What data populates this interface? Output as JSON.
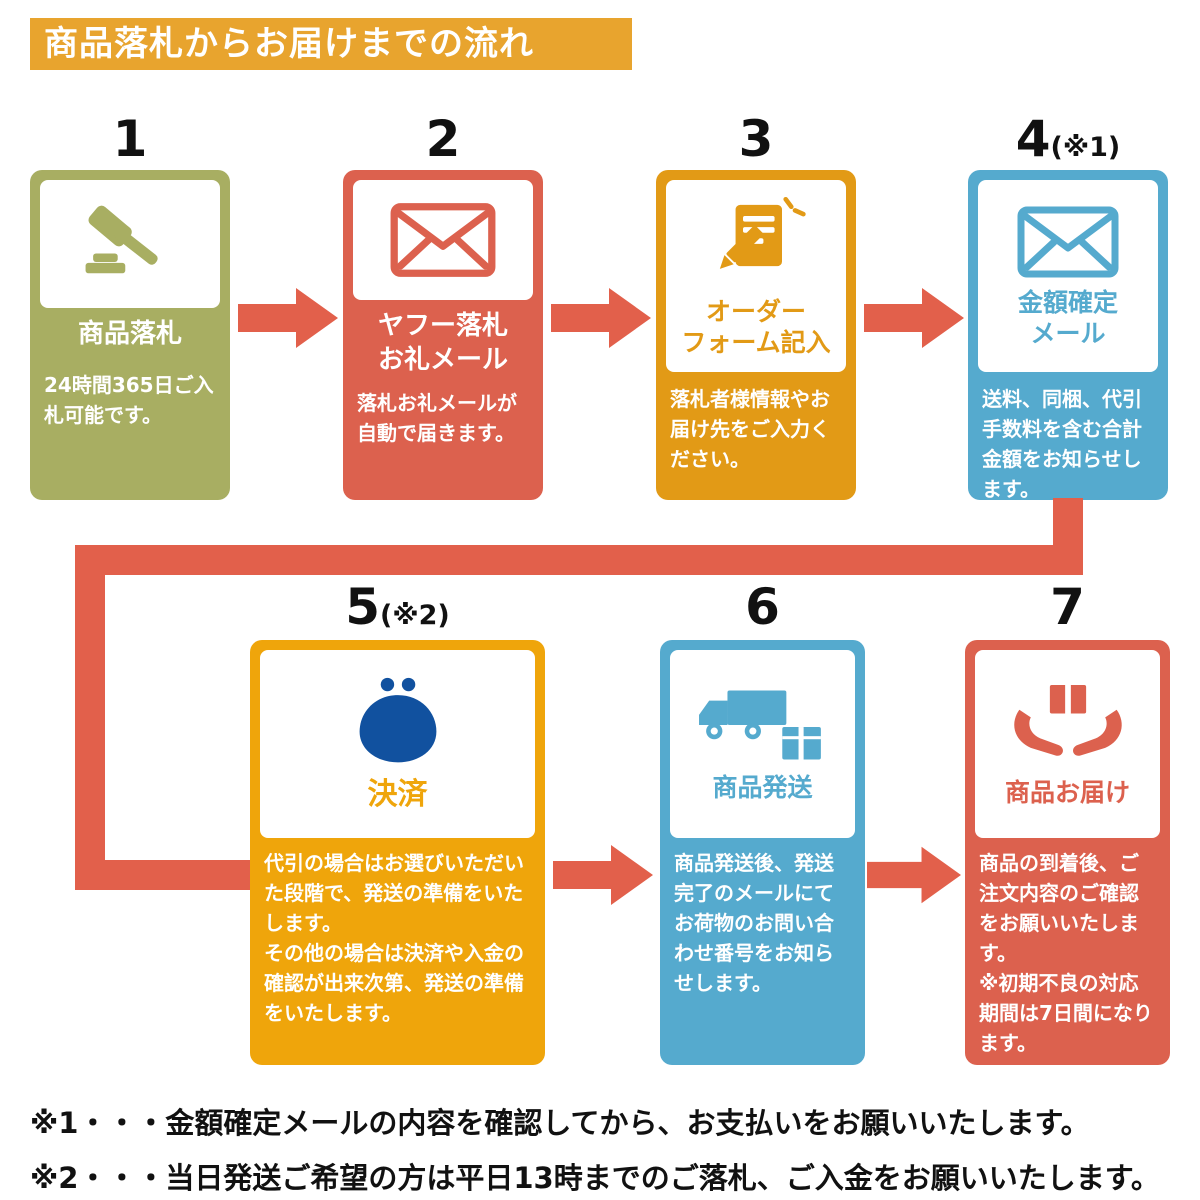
{
  "palette": {
    "header": "#E8A42E",
    "arrow": "#E2604B",
    "step1": "#A8AE62",
    "step2": "#DC614E",
    "step3": "#E29A16",
    "step4": "#55AACE",
    "step5": "#EFA50B",
    "step6": "#55AACE",
    "step7": "#DC614E",
    "purse": "#11519F"
  },
  "header": {
    "title": "商品落札からお届けまでの流れ"
  },
  "steps": [
    {
      "number": "1",
      "note": "",
      "title": "商品落札",
      "desc": "24時間365日ご入札可能です。",
      "icon": "gavel-icon"
    },
    {
      "number": "2",
      "note": "",
      "title": "ヤフー落札\nお礼メール",
      "desc": "落札お礼メールが自動で届きます。",
      "icon": "mail-icon"
    },
    {
      "number": "3",
      "note": "",
      "title": "オーダー\nフォーム記入",
      "desc": "落札者様情報やお届け先をご入力ください。",
      "icon": "order-form-icon"
    },
    {
      "number": "4",
      "note": "(※1)",
      "title": "金額確定\nメール",
      "desc": "送料、同梱、代引手数料を含む合計金額をお知らせします。",
      "icon": "mail-icon"
    },
    {
      "number": "5",
      "note": "(※2)",
      "title": "決済",
      "desc": "代引の場合はお選びいただいた段階で、発送の準備をいたします。\nその他の場合は決済や入金の確認が出来次第、発送の準備をいたします。",
      "icon": "purse-icon"
    },
    {
      "number": "6",
      "note": "",
      "title": "商品発送",
      "desc": "商品発送後、発送完了のメールにてお荷物のお問い合わせ番号をお知らせします。",
      "icon": "truck-icon"
    },
    {
      "number": "7",
      "note": "",
      "title": "商品お届け",
      "desc": "商品の到着後、ご注文内容のご確認をお願いいたします。\n※初期不良の対応期間は7日間になります。",
      "icon": "hands-box-icon"
    }
  ],
  "footnotes": [
    "※1・・・金額確定メールの内容を確認してから、お支払いをお願いいたします。",
    "※2・・・当日発送ご希望の方は平日13時までのご落札、ご入金をお願いいたします。"
  ]
}
